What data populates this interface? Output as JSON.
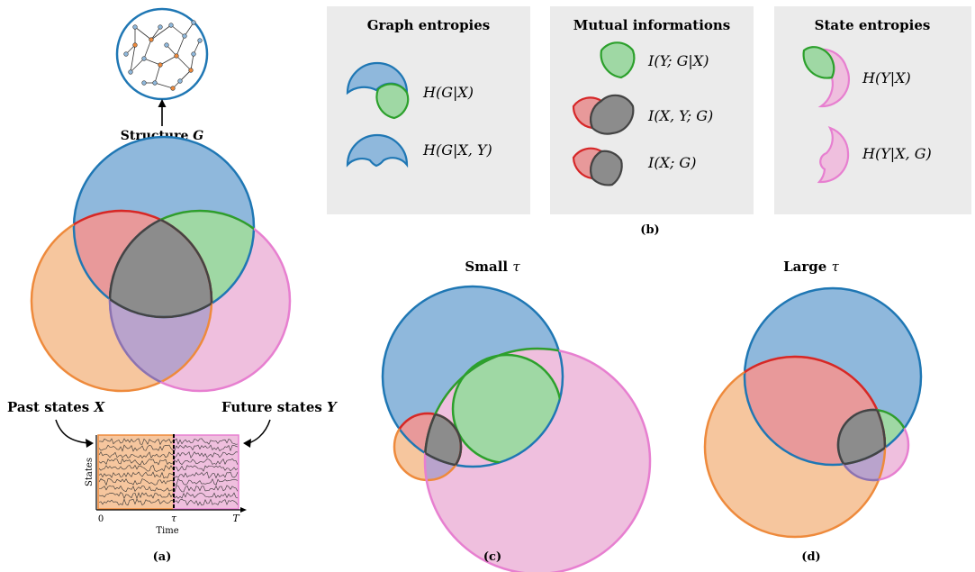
{
  "panel_a": {
    "structure_label": "Structure ",
    "structure_var": "G",
    "past_label": "Past states ",
    "past_var": "X",
    "future_label": "Future states ",
    "future_var": "Y",
    "ts_ylabel": "States",
    "ts_xlabel": "Time",
    "ts_tick_0": "0",
    "ts_tick_tau": "τ",
    "ts_tick_T": "T",
    "caption": "(a)"
  },
  "panel_b": {
    "caption": "(b)",
    "boxes": [
      {
        "title": "Graph entropies",
        "terms": [
          "H(G|X)",
          "H(G|X, Y)"
        ]
      },
      {
        "title": "Mutual informations",
        "terms": [
          "I(Y; G|X)",
          "I(X, Y; G)",
          "I(X; G)"
        ]
      },
      {
        "title": "State entropies",
        "terms": [
          "H(Y|X)",
          "H(Y|X, G)"
        ]
      }
    ]
  },
  "panel_c": {
    "title": "Small ",
    "title_var": "τ",
    "caption": "(c)"
  },
  "panel_d": {
    "title": "Large ",
    "title_var": "τ",
    "caption": "(d)"
  },
  "colors": {
    "graph": "#1f77b4",
    "graph_fill": "#8fb8dc",
    "past": "#ee8a3c",
    "past_fill": "#f6c69e",
    "future": "#e77fd0",
    "future_fill": "#efbfde",
    "xy_overlap": "#e28e8c",
    "xy_stroke": "#d62728",
    "gy_overlap": "#9fd8a4",
    "gy_stroke": "#2ca02c",
    "center": "#8c8c8c",
    "center_stroke": "#444444",
    "box_bg": "#ebebeb"
  }
}
